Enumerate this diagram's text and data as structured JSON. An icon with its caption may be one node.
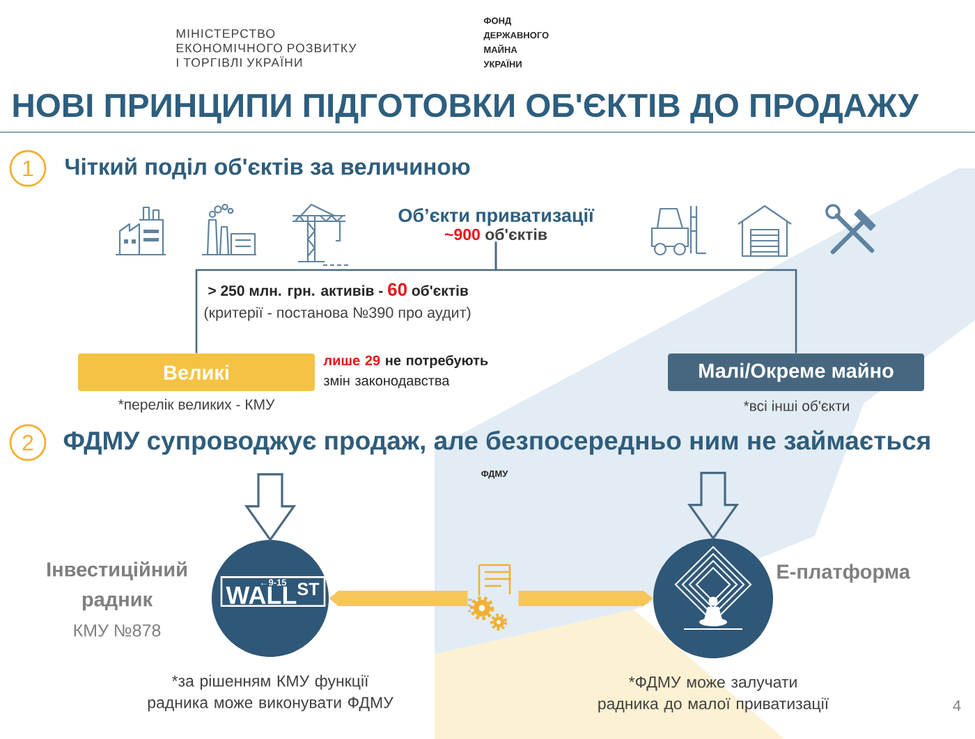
{
  "diagram": {
    "title": "НОВІ ПРИНЦИПИ ПІДГОТОВКИ ОБ'ЄКТІВ ДО ПРОДАЖУ",
    "nodes": [
      {
        "text": [
          "Об’єкти приватизації",
          "~900 об'єктів"
        ]
      },
      {
        "text": [
          "Великі"
        ],
        "beside": [
          "лише 29 не потребують змін законодавства",
          "*перелік великих - КМУ"
        ]
      },
      {
        "text": [
          "Малі/Окреме майно"
        ],
        "beside": [
          "*всі інші об'єкти"
        ]
      },
      {
        "text": [
          "←9-15",
          "WALL$^{ST}$"
        ],
        "beside": [
          "Інвестиційний радник",
          "КМУ №878",
          "*за рішенням КМУ функції радника може виконувати ФДМУ"
        ]
      },
      {
        "text": [],
        "shape": "circle",
        "beside": [
          "Е-платформа",
          "*ФДМУ може залучати радника до малої приватизації"
        ]
      },
      {
        "text": [],
        "shape": "picture"
      }
    ],
    "edges": [
      {
        "from": 0,
        "to": 1,
        "arrow": "none"
      },
      {
        "from": 0,
        "to": 2,
        "arrow": "none"
      },
      {
        "from": null,
        "to": 3,
        "arrow": "to"
      },
      {
        "from": null,
        "to": 4,
        "arrow": "to"
      },
      {
        "from": 5,
        "to": 3,
        "arrow": "to",
        "style": "thick",
        "color": "#f6c65b"
      },
      {
        "from": 5,
        "to": 4,
        "arrow": "to",
        "style": "thick",
        "color": "#f6c65b"
      }
    ],
    "labels": [
      "МІНІСТЕРСТВО ЕКОНОМІЧНОГО РОЗВИТКУ І ТОРГІВЛІ УКРАЇНИ",
      "ФОНД ДЕРЖАВНОГО МАЙНА УКРАЇНИ",
      "1",
      "Чіткий поділ об'єктів за величиною",
      "> 250 млн. грн. активів - 60 об'єктів",
      "(критерії - постанова №390 про аудит)",
      "2",
      "ФДМУ супроводжує продаж, але безпосередньо ним не займається",
      "ФДМУ",
      "4"
    ]
  }
}
